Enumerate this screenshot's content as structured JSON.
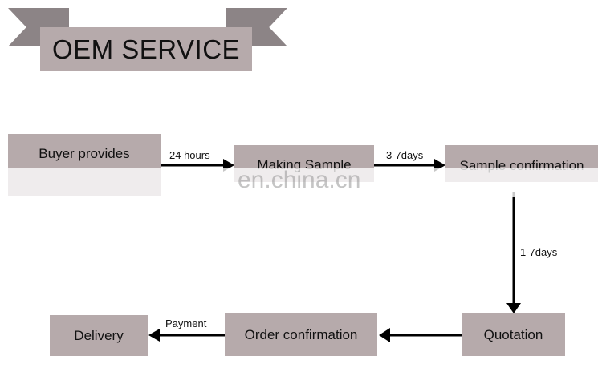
{
  "banner": {
    "title": "OEM SERVICE"
  },
  "nodes": {
    "buyer": "Buyer provides",
    "making_sample": "Making Sample",
    "sample_confirmation": "Sample confirmation",
    "quotation": "Quotation",
    "order_confirmation": "Order confirmation",
    "delivery": "Delivery"
  },
  "edges": {
    "buyer_to_making": "24 hours",
    "making_to_confirmation": "3-7days",
    "confirmation_to_quotation": "1-7days",
    "order_to_delivery": "Payment"
  },
  "watermark": "en.china.cn",
  "colors": {
    "box_fill": "#b6aaab",
    "banner_wing": "#8c8486",
    "line": "#000000",
    "background": "#ffffff"
  }
}
